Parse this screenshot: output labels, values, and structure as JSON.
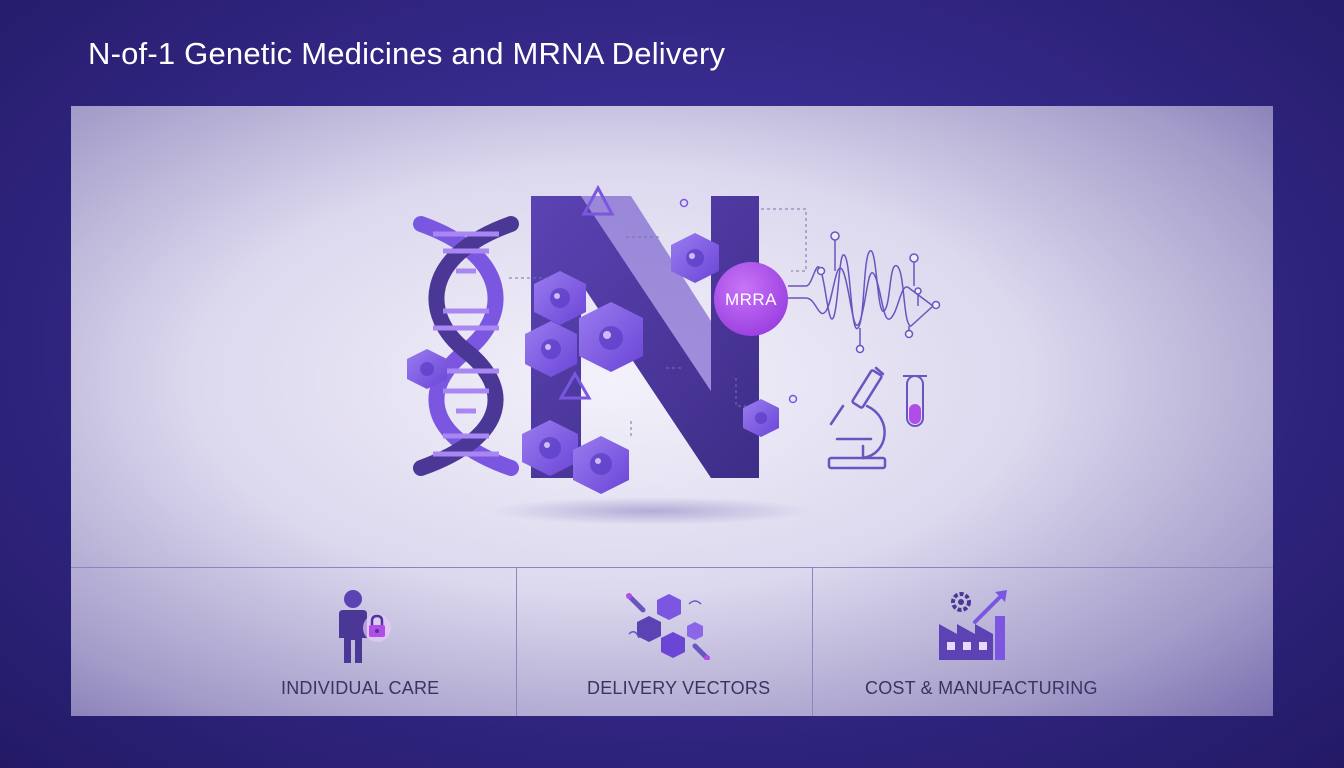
{
  "page": {
    "title": "N-of-1 Genetic Medicines and MRNA Delivery"
  },
  "hero": {
    "letter": "N",
    "badge_label": "MRRA",
    "colors": {
      "dark_purple": "#4b3796",
      "violet": "#7b56e0",
      "light_violet": "#a987f2",
      "magenta": "#b04ce8"
    }
  },
  "cards": [
    {
      "label": "INDIVIDUAL CARE",
      "icon": "person-lock-icon"
    },
    {
      "label": "DELIVERY VECTORS",
      "icon": "vectors-icon"
    },
    {
      "label": "COST & MANUFACTURING",
      "icon": "factory-growth-icon"
    }
  ]
}
